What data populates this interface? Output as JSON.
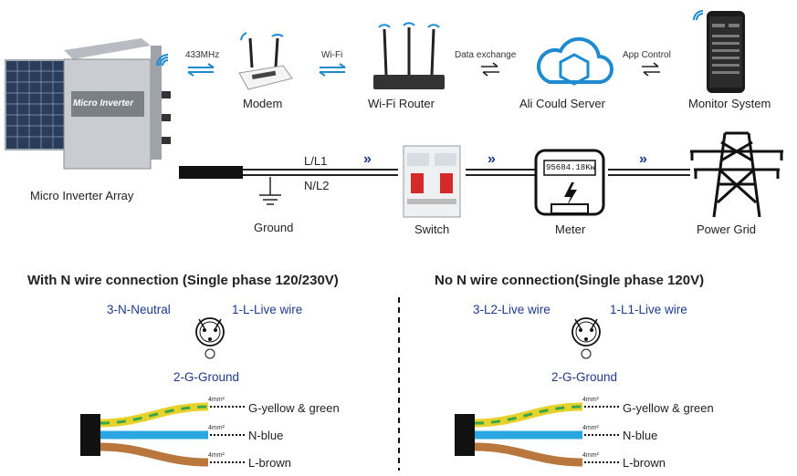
{
  "top": {
    "micro_inverter": {
      "label": "Micro Inverter Array",
      "brand": "Micro Inverter"
    },
    "freq_label": "433MHz",
    "modem": {
      "label": "Modem"
    },
    "wifi_label": "Wi-Fi",
    "router": {
      "label": "Wi-Fi Router"
    },
    "data_exchange_label": "Data exchange",
    "cloud": {
      "label": "Ali Could Server"
    },
    "app_control_label": "App Control",
    "monitor": {
      "label": "Monitor System"
    }
  },
  "power_line": {
    "l_label": "L/L1",
    "n_label": "N/L2",
    "ground_label": "Ground",
    "switch_label": "Switch",
    "meter_label": "Meter",
    "meter_reading": "95684.18Kw",
    "grid_label": "Power Grid"
  },
  "left_panel": {
    "heading": "With N wire connection (Single phase 120/230V)",
    "pin_left": "3-N-Neutral",
    "pin_right": "1-L-Live wire",
    "pin_bottom": "2-G-Ground",
    "wires": [
      {
        "size": "4mm²",
        "label": "G-yellow & green"
      },
      {
        "size": "4mm²",
        "label": "N-blue"
      },
      {
        "size": "4mm²",
        "label": "L-brown"
      }
    ]
  },
  "right_panel": {
    "heading": "No N wire connection(Single phase 120V)",
    "pin_left": "3-L2-Live wire",
    "pin_right": "1-L1-Live wire",
    "pin_bottom": "2-G-Ground",
    "wires": [
      {
        "size": "4mm²",
        "label": "G-yellow & green"
      },
      {
        "size": "4mm²",
        "label": "N-blue"
      },
      {
        "size": "4mm²",
        "label": "L-brown"
      }
    ]
  },
  "colors": {
    "accent_blue": "#1e8bd0",
    "arrow_navy": "#1f3a8a",
    "wire_yellow": "#e6d22a",
    "wire_green": "#3aa64a",
    "wire_blue": "#2aa6e0",
    "wire_brown": "#b9773e"
  }
}
